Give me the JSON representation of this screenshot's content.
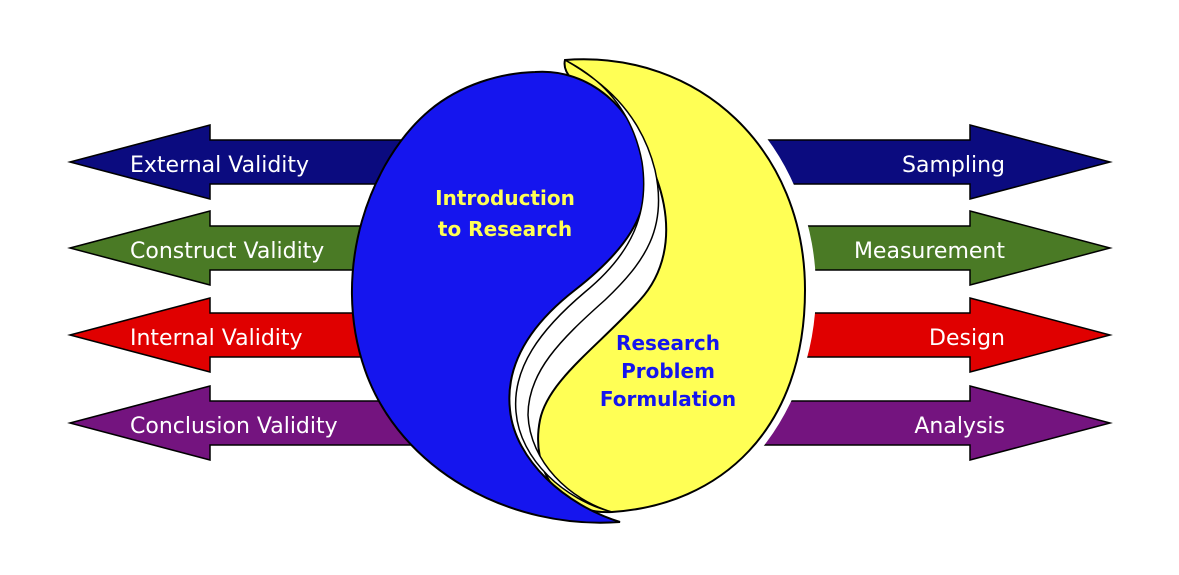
{
  "arrows": [
    {
      "left": "External Validity",
      "right": "Sampling",
      "color": "#0b0b7f"
    },
    {
      "left": "Construct Validity",
      "right": "Measurement",
      "color": "#4a7a25"
    },
    {
      "left": "Internal Validity",
      "right": "Design",
      "color": "#e00000"
    },
    {
      "left": "Conclusion Validity",
      "right": "Analysis",
      "color": "#74147f"
    }
  ],
  "center": {
    "blue_text": [
      "Introduction",
      "to Research"
    ],
    "yellow_text": [
      "Research",
      "Problem",
      "Formulation"
    ],
    "blue_color": "#1515ee",
    "yellow_color": "#ffff55"
  }
}
